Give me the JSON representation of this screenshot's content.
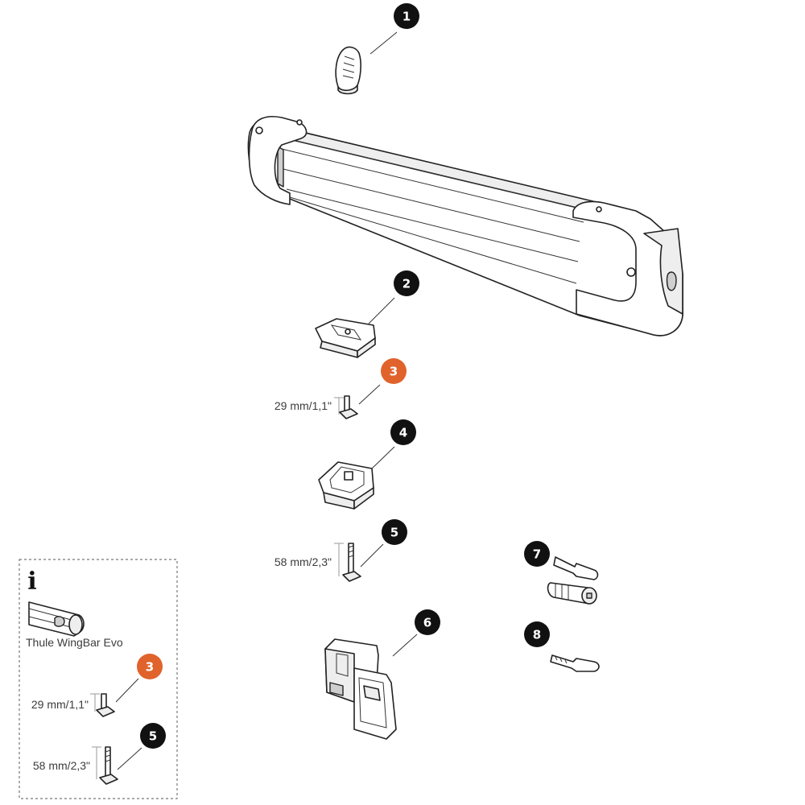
{
  "colors": {
    "badge_default": "#111111",
    "badge_highlight": "#e0632c",
    "badge_text": "#ffffff",
    "info_border": "#777777"
  },
  "callouts": [
    {
      "label": "1",
      "highlight": false
    },
    {
      "label": "2",
      "highlight": false
    },
    {
      "label": "3",
      "highlight": true
    },
    {
      "label": "4",
      "highlight": false
    },
    {
      "label": "5",
      "highlight": false
    },
    {
      "label": "6",
      "highlight": false
    },
    {
      "label": "7",
      "highlight": false
    },
    {
      "label": "8",
      "highlight": false
    }
  ],
  "dimensions": {
    "bolt_short": "29 mm/1,1\"",
    "bolt_long": "58 mm/2,3\""
  },
  "info_box": {
    "icon": "info-icon",
    "info_glyph": "i",
    "bar_caption": "Thule WingBar Evo",
    "callouts": [
      {
        "label": "3",
        "highlight": true
      },
      {
        "label": "5",
        "highlight": false
      }
    ],
    "bolt_short": "29 mm/1,1\"",
    "bolt_long": "58 mm/2,3\""
  }
}
